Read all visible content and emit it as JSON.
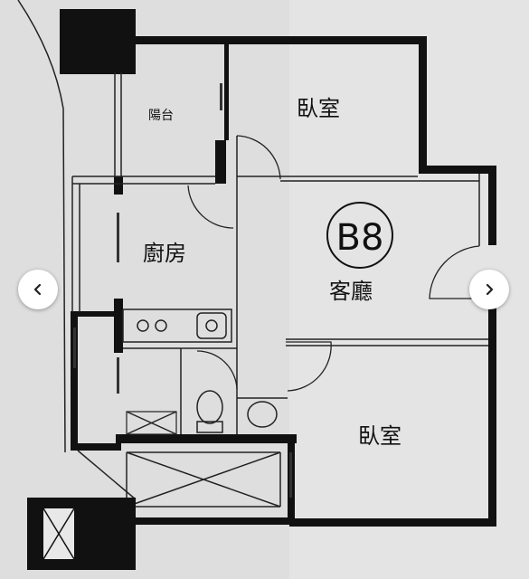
{
  "rooms": {
    "balcony": "陽台",
    "bedroom_top": "臥室",
    "kitchen": "廚房",
    "unit_code": "B8",
    "living": "客廳",
    "bedroom_bottom": "臥室"
  },
  "icons": {
    "prev": "chevron-left-icon",
    "next": "chevron-right-icon"
  },
  "colors": {
    "paper": "#dcdcdc",
    "wall": "#111111"
  }
}
